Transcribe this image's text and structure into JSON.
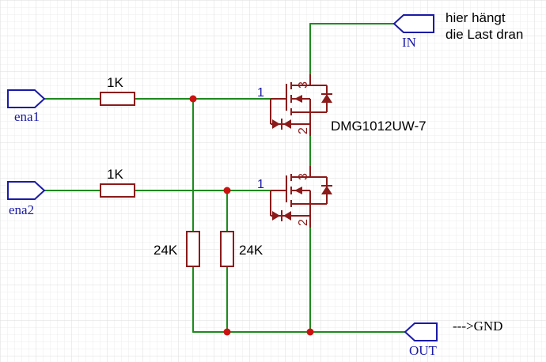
{
  "colors": {
    "background": "#ffffff",
    "grid_minor": "#ececec",
    "grid_major": "#dcdcdc",
    "wire": "#1e8a1e",
    "component": "#8b1a1a",
    "net_label": "#1a1aa8",
    "junction": "#cc1111",
    "note": "#000000"
  },
  "ports": {
    "ena1": "ena1",
    "ena2": "ena2",
    "in": "IN",
    "out": "OUT"
  },
  "resistors": {
    "r1": "1K",
    "r2": "1K",
    "r3": "24K",
    "r4": "24K"
  },
  "mosfets": {
    "q1": {
      "part": "DMG1012UW-7",
      "gate_pin": "1",
      "source_pin": "2",
      "drain_pin": "3"
    },
    "q2": {
      "gate_pin": "1",
      "source_pin": "2",
      "drain_pin": "3"
    }
  },
  "notes": {
    "load_line1": "hier hängt",
    "load_line2": "die Last dran",
    "gnd": "--->GND"
  }
}
